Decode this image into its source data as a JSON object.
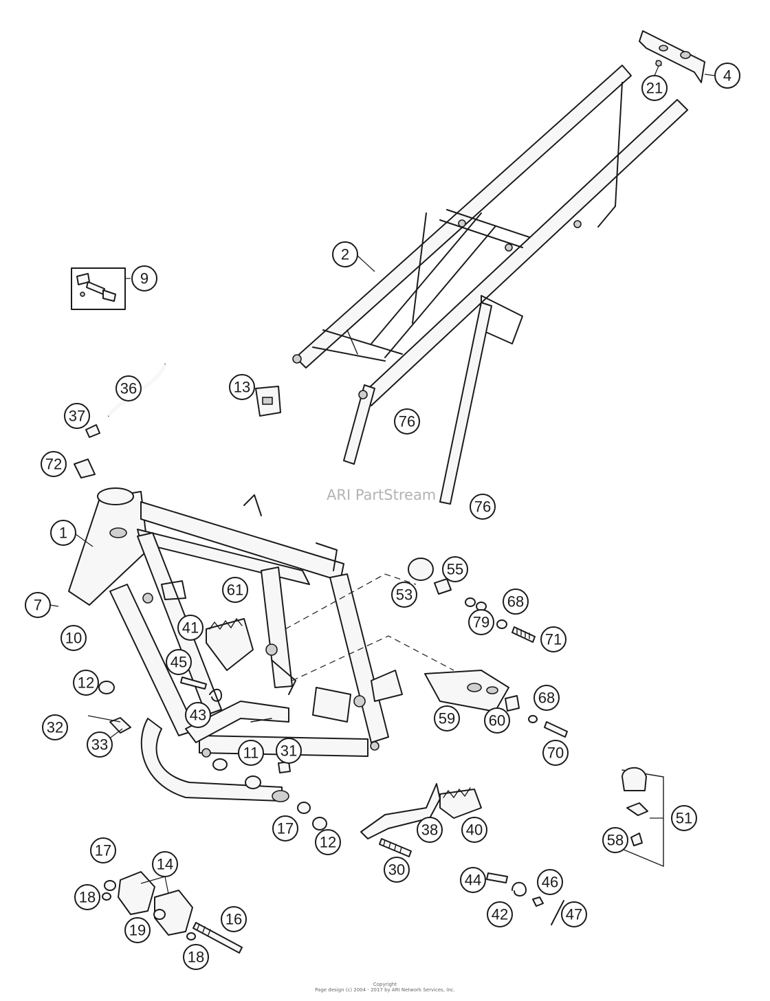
{
  "watermark": "ARI PartStream",
  "copyright": {
    "line1": "Copyright",
    "line2": "Page design (c) 2004 - 2017 by ARI Network Services, Inc."
  },
  "callouts": {
    "c1": "1",
    "c2": "2",
    "c4": "4",
    "c7": "7",
    "c9": "9",
    "c10": "10",
    "c11": "11",
    "c12a": "12",
    "c12b": "12",
    "c13": "13",
    "c14": "14",
    "c16": "16",
    "c17a": "17",
    "c17b": "17",
    "c18a": "18",
    "c18b": "18",
    "c19": "19",
    "c21": "21",
    "c30": "30",
    "c31": "31",
    "c32": "32",
    "c33": "33",
    "c36": "36",
    "c37": "37",
    "c38": "38",
    "c40": "40",
    "c41": "41",
    "c42": "42",
    "c43": "43",
    "c44": "44",
    "c45": "45",
    "c46": "46",
    "c47": "47",
    "c51": "51",
    "c53": "53",
    "c55": "55",
    "c58": "58",
    "c59": "59",
    "c60": "60",
    "c61": "61",
    "c68a": "68",
    "c68b": "68",
    "c70": "70",
    "c71": "71",
    "c72": "72",
    "c76a": "76",
    "c76b": "76",
    "c79": "79"
  }
}
